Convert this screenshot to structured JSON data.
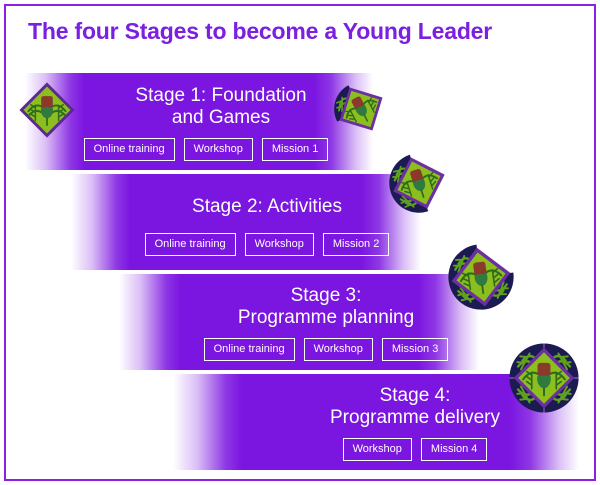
{
  "page": {
    "title": "The four Stages to become a Young Leader",
    "background_color": "#ffffff",
    "border_color": "#8B1FE8",
    "accent_color": "#7B1FE0",
    "bar_color": "#7B15E0"
  },
  "badge_icon": {
    "name": "young-leader-acorn-badge-icon",
    "colors": {
      "ring": "#1C1A52",
      "diamond": "#8CBE1E",
      "acorn_cap": "#8A3A2A",
      "acorn_body": "#2F7A3E",
      "leaf": "#5FA01E",
      "outline": "#6B2FA0"
    }
  },
  "stages": [
    {
      "id": "stage-1",
      "title": "Stage 1: Foundation\nand Games",
      "chips": [
        {
          "label": "Online training",
          "name": "chip-online-training"
        },
        {
          "label": "Workshop",
          "name": "chip-workshop"
        },
        {
          "label": "Mission 1",
          "name": "chip-mission"
        }
      ]
    },
    {
      "id": "stage-2",
      "title": "Stage 2: Activities",
      "chips": [
        {
          "label": "Online training",
          "name": "chip-online-training"
        },
        {
          "label": "Workshop",
          "name": "chip-workshop"
        },
        {
          "label": "Mission 2",
          "name": "chip-mission"
        }
      ]
    },
    {
      "id": "stage-3",
      "title": "Stage 3:\nProgramme planning",
      "chips": [
        {
          "label": "Online training",
          "name": "chip-online-training"
        },
        {
          "label": "Workshop",
          "name": "chip-workshop"
        },
        {
          "label": "Mission 3",
          "name": "chip-mission"
        }
      ]
    },
    {
      "id": "stage-4",
      "title": "Stage 4:\nProgramme delivery",
      "chips": [
        {
          "label": "Workshop",
          "name": "chip-workshop"
        },
        {
          "label": "Mission 4",
          "name": "chip-mission"
        }
      ]
    }
  ],
  "badges": [
    {
      "id": "badge-1",
      "progress": "quarter",
      "rotation": 0
    },
    {
      "id": "badge-2",
      "progress": "quarter",
      "rotation": -28
    },
    {
      "id": "badge-3",
      "progress": "half",
      "rotation": -18
    },
    {
      "id": "badge-4",
      "progress": "three-quarter",
      "rotation": -8
    },
    {
      "id": "badge-5",
      "progress": "full",
      "rotation": 0
    }
  ]
}
